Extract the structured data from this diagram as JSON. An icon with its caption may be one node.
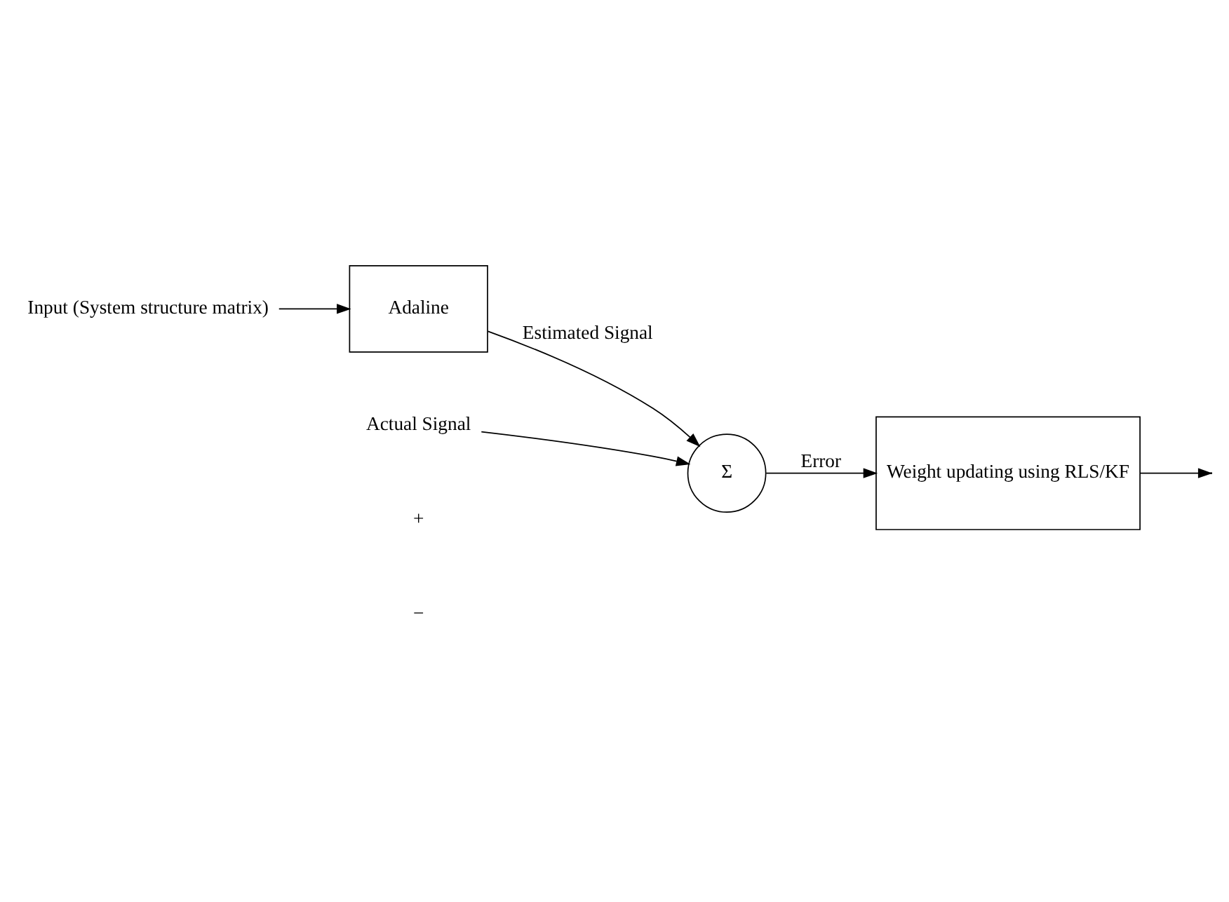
{
  "diagram": {
    "nodes": [
      {
        "text": [
          "Input (System structure matrix)"
        ]
      },
      {
        "text": [
          "Adaline"
        ]
      },
      {
        "text": [
          "Σ"
        ]
      },
      {
        "text": [
          "Actual Signal"
        ]
      },
      {
        "text": [
          "Weight updating using RLS/KF"
        ]
      }
    ],
    "edges": [
      {
        "from": 0,
        "to": 1,
        "arrow": "to"
      },
      {
        "from": 1,
        "to": 2,
        "arrow": "to",
        "label": "Estimated Signal"
      },
      {
        "from": 3,
        "to": 2,
        "arrow": "to"
      },
      {
        "from": 2,
        "to": 4,
        "arrow": "to",
        "label": "Error"
      },
      {
        "from": 4,
        "to": null,
        "arrow": "to"
      }
    ],
    "labels": [
      "+",
      "−"
    ]
  }
}
